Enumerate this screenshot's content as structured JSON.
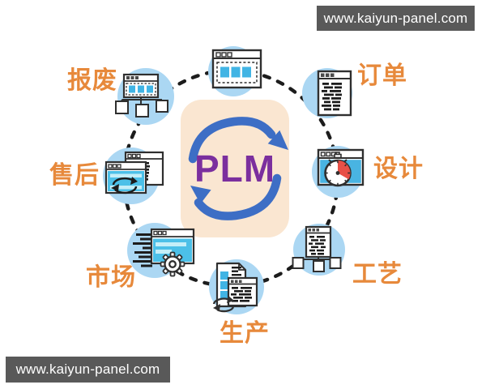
{
  "watermarks": {
    "top": "www.kaiyun-panel.com",
    "bottom": "www.kaiyun-panel.com"
  },
  "center": {
    "label": "PLM",
    "cycle_icon": "cycle-arrows-icon"
  },
  "nodes": [
    {
      "id": "scrap",
      "label": "报废",
      "icon": "window-modules-tree-icon",
      "label_side": "left"
    },
    {
      "id": "lifecycle-top",
      "label": "",
      "icon": "window-modules-icon",
      "label_side": "none"
    },
    {
      "id": "order",
      "label": "订单",
      "icon": "window-document-list-icon",
      "label_side": "right"
    },
    {
      "id": "design",
      "label": "设计",
      "icon": "window-stopwatch-icon",
      "label_side": "right"
    },
    {
      "id": "process",
      "label": "工艺",
      "icon": "window-list-tree-icon",
      "label_side": "right"
    },
    {
      "id": "production",
      "label": "生产",
      "icon": "document-window-sync-icon",
      "label_side": "below"
    },
    {
      "id": "market",
      "label": "市场",
      "icon": "window-text-gear-icon",
      "label_side": "left"
    },
    {
      "id": "aftersales",
      "label": "售后",
      "icon": "windows-sync-icon",
      "label_side": "left"
    }
  ],
  "colors": {
    "label_orange": "#e7893b",
    "bubble_blue": "#abd7f3",
    "module_blue": "#41b4e4",
    "panel_cyan": "#4cc0e8",
    "panel_cyan_light": "#c4eef8",
    "stopwatch_red": "#e85047",
    "plm_purple": "#7b2f9e",
    "arrow_blue": "#3d6ec5",
    "card_peach": "#fae6d1",
    "ring_black": "#1c1c1c",
    "watermark_gray": "#595959"
  }
}
